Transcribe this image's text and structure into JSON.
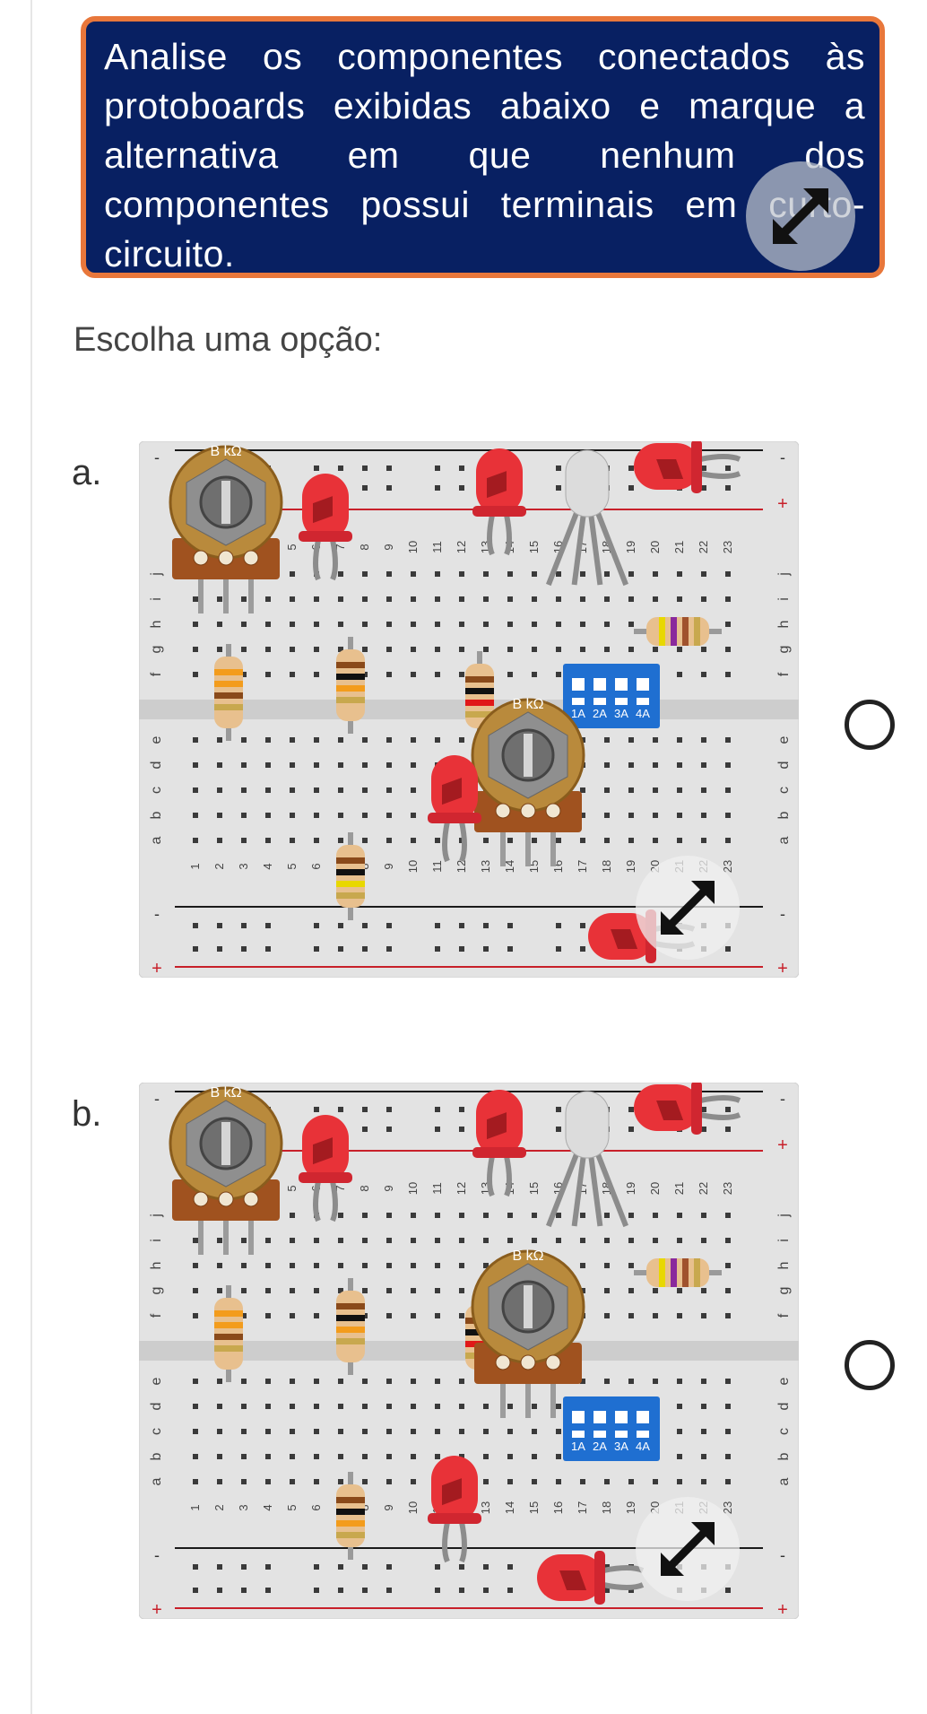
{
  "question": {
    "text": "Analise os componentes conectados às protoboards exibidas abaixo e marque a alternativa em que nenhum dos componentes possui terminais em curto-circuito."
  },
  "prompt": "Escolha uma opção:",
  "options": [
    {
      "letter": "a.",
      "selected": false
    },
    {
      "letter": "b.",
      "selected": false
    }
  ],
  "board_labels": {
    "potentiometer": "B kΩ",
    "dip_switches": [
      "1A",
      "2A",
      "3A",
      "4A"
    ],
    "rail_minus": "-",
    "rail_plus": "+",
    "row_letters_top": [
      "j",
      "i",
      "h",
      "g",
      "f"
    ],
    "row_letters_bottom": [
      "e",
      "d",
      "c",
      "b",
      "a"
    ],
    "column_numbers": [
      "1",
      "2",
      "3",
      "4",
      "5",
      "6",
      "7",
      "8",
      "9",
      "10",
      "11",
      "12",
      "13",
      "14",
      "15",
      "16",
      "17",
      "18",
      "19",
      "20",
      "21",
      "22",
      "23"
    ]
  },
  "icons": {
    "expand": "expand-arrows-icon",
    "radio": "radio-unchecked-icon"
  },
  "colors": {
    "question_bg": "#082062",
    "question_border": "#e8773b",
    "breadboard": "#e3e3e3",
    "led_red": "#e83238",
    "dip_switch": "#1f6fd1"
  }
}
